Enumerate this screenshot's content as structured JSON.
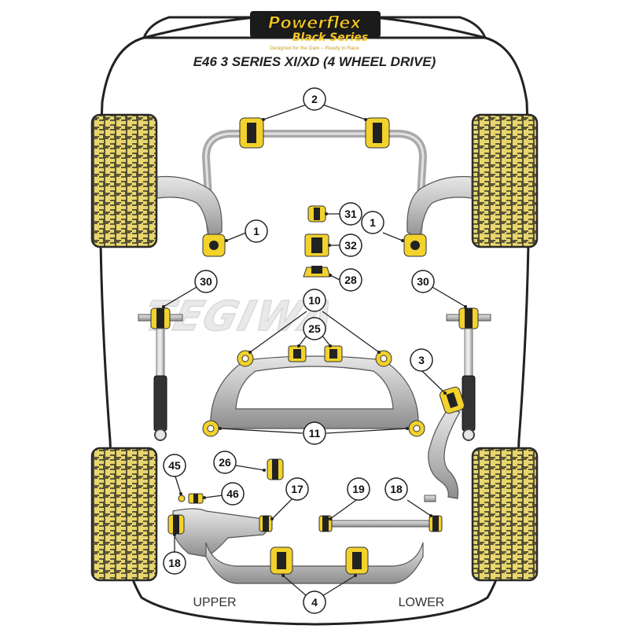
{
  "logo": {
    "brand": "Powerflex",
    "series": "Black Series",
    "tagline": "Designed for the Dark – Ready to Race"
  },
  "title": "E46 3 SERIES XI/XD (4 WHEEL DRIVE)",
  "watermark": "TEGIWA",
  "bottom_labels": {
    "upper": "UPPER",
    "lower": "LOWER"
  },
  "callouts": {
    "c2": "2",
    "c1_left": "1",
    "c1_right": "1",
    "c31": "31",
    "c32": "32",
    "c28": "28",
    "c30_left": "30",
    "c30_right": "30",
    "c10": "10",
    "c25": "25",
    "c3": "3",
    "c11": "11",
    "c26": "26",
    "c45": "45",
    "c46": "46",
    "c17": "17",
    "c19": "19",
    "c18_right": "18",
    "c18_left": "18",
    "c4": "4"
  },
  "colors": {
    "tyre_yellow": "#e8d66e",
    "tyre_tread": "#4a4630",
    "bush_yellow": "#f2d22b",
    "metal_grey": "#bdbdbd",
    "body_outline": "#222222"
  }
}
